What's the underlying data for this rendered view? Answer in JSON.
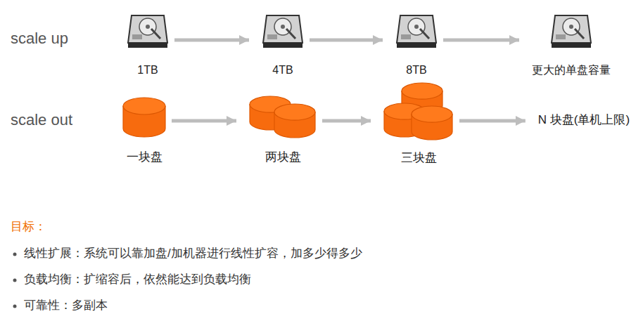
{
  "diagram": {
    "nodes": [
      {
        "text": [
          "1TB"
        ]
      },
      {
        "text": [
          "4TB"
        ]
      },
      {
        "text": [
          "8TB"
        ]
      },
      {
        "text": [
          "更大的单盘容量"
        ]
      },
      {
        "text": [
          "一块盘"
        ]
      },
      {
        "text": [
          "两块盘"
        ]
      },
      {
        "text": [
          "三块盘"
        ]
      },
      {
        "text": [
          "N 块盘(单机上限)"
        ]
      }
    ],
    "edges": [
      {
        "from": 0,
        "to": 1,
        "arrow": "to"
      },
      {
        "from": 1,
        "to": 2,
        "arrow": "to"
      },
      {
        "from": 2,
        "to": 3,
        "arrow": "to"
      },
      {
        "from": 4,
        "to": 5,
        "arrow": "to"
      },
      {
        "from": 5,
        "to": 6,
        "arrow": "to"
      },
      {
        "from": 6,
        "to": 7,
        "arrow": "to"
      }
    ],
    "labels": [
      "scale up",
      "scale out",
      "目标：",
      "线性扩展：系统可以靠加盘/加机器进行线性扩容，加多少得多少",
      "负载均衡：扩缩容后，依然能达到负载均衡",
      "可靠性：多副本"
    ]
  }
}
